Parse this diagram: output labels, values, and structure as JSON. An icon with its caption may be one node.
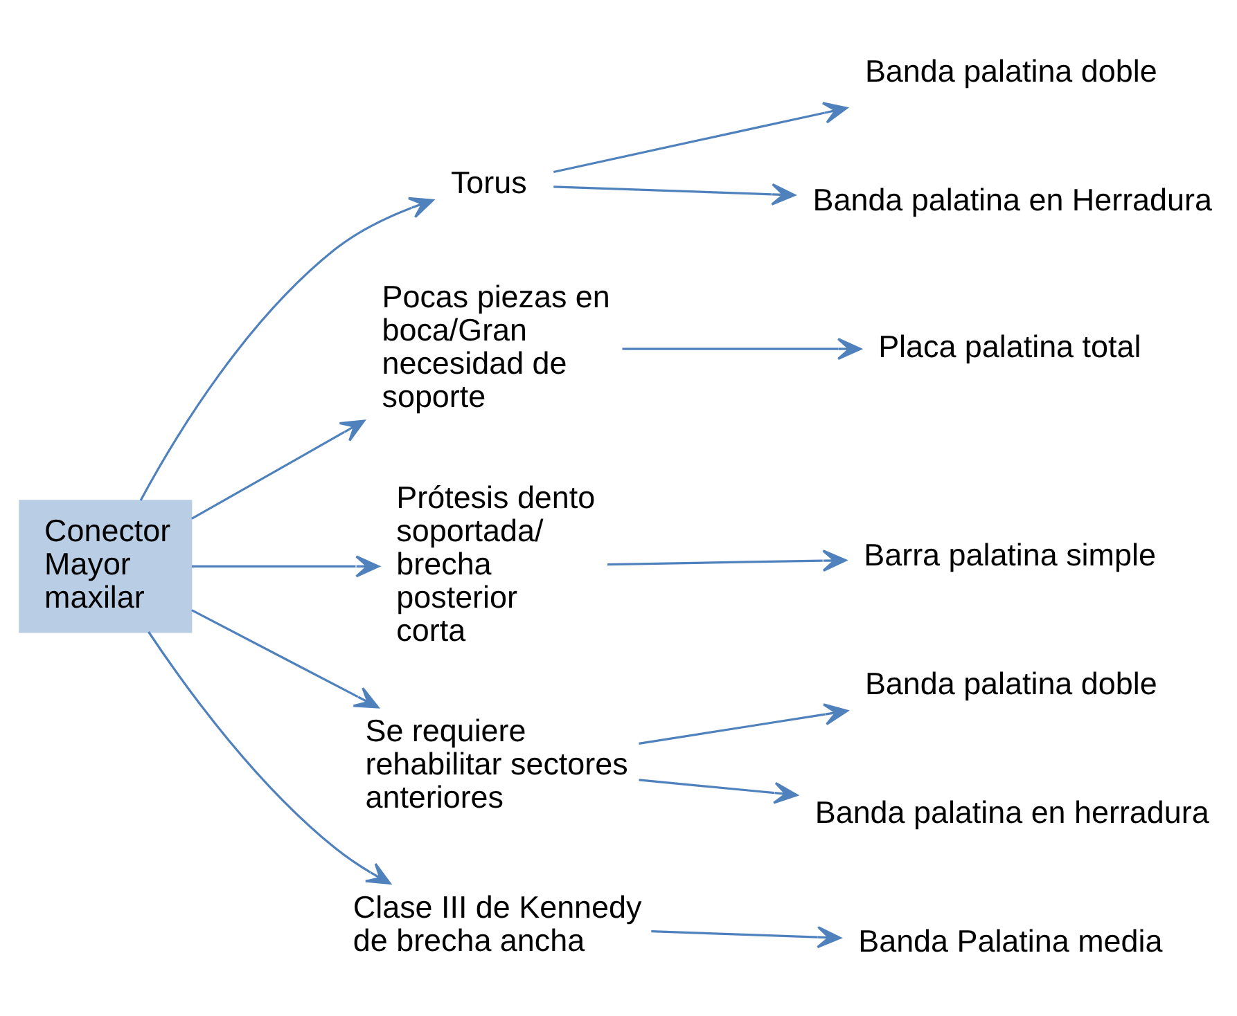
{
  "diagram": {
    "nodes": [
      {
        "text": [
          "Conector Mayor maxilar"
        ]
      },
      {
        "text": [
          "Torus"
        ]
      },
      {
        "text": [
          "Pocas piezas en boca/Gran necesidad de soporte"
        ]
      },
      {
        "text": [
          "Prótesis dentosoportada/ brecha posterior corta"
        ]
      },
      {
        "text": [
          "Se requiere rehabilitar sectores anteriores"
        ]
      },
      {
        "text": [
          "Clase III de Kennedy de brecha ancha"
        ]
      },
      {
        "text": [
          "Banda palatina doble"
        ]
      },
      {
        "text": [
          "Banda palatina en Herradura"
        ]
      },
      {
        "text": [
          "Placa palatina total"
        ]
      },
      {
        "text": [
          "Barra palatina simple"
        ]
      },
      {
        "text": [
          "Banda palatina doble"
        ]
      },
      {
        "text": [
          "Banda palatina en herradura"
        ]
      },
      {
        "text": [
          "Banda Palatina media"
        ]
      }
    ],
    "edges": [
      {
        "from": 0,
        "to": 1,
        "arrow": "to"
      },
      {
        "from": 0,
        "to": 2,
        "arrow": "to"
      },
      {
        "from": 0,
        "to": 3,
        "arrow": "to"
      },
      {
        "from": 0,
        "to": 4,
        "arrow": "to"
      },
      {
        "from": 0,
        "to": 5,
        "arrow": "to"
      },
      {
        "from": 1,
        "to": 6,
        "arrow": "to"
      },
      {
        "from": 1,
        "to": 7,
        "arrow": "to"
      },
      {
        "from": 2,
        "to": 8,
        "arrow": "to"
      },
      {
        "from": 3,
        "to": 9,
        "arrow": "to"
      },
      {
        "from": 4,
        "to": 10,
        "arrow": "to"
      },
      {
        "from": 4,
        "to": 11,
        "arrow": "to"
      },
      {
        "from": 5,
        "to": 12,
        "arrow": "to"
      }
    ]
  }
}
